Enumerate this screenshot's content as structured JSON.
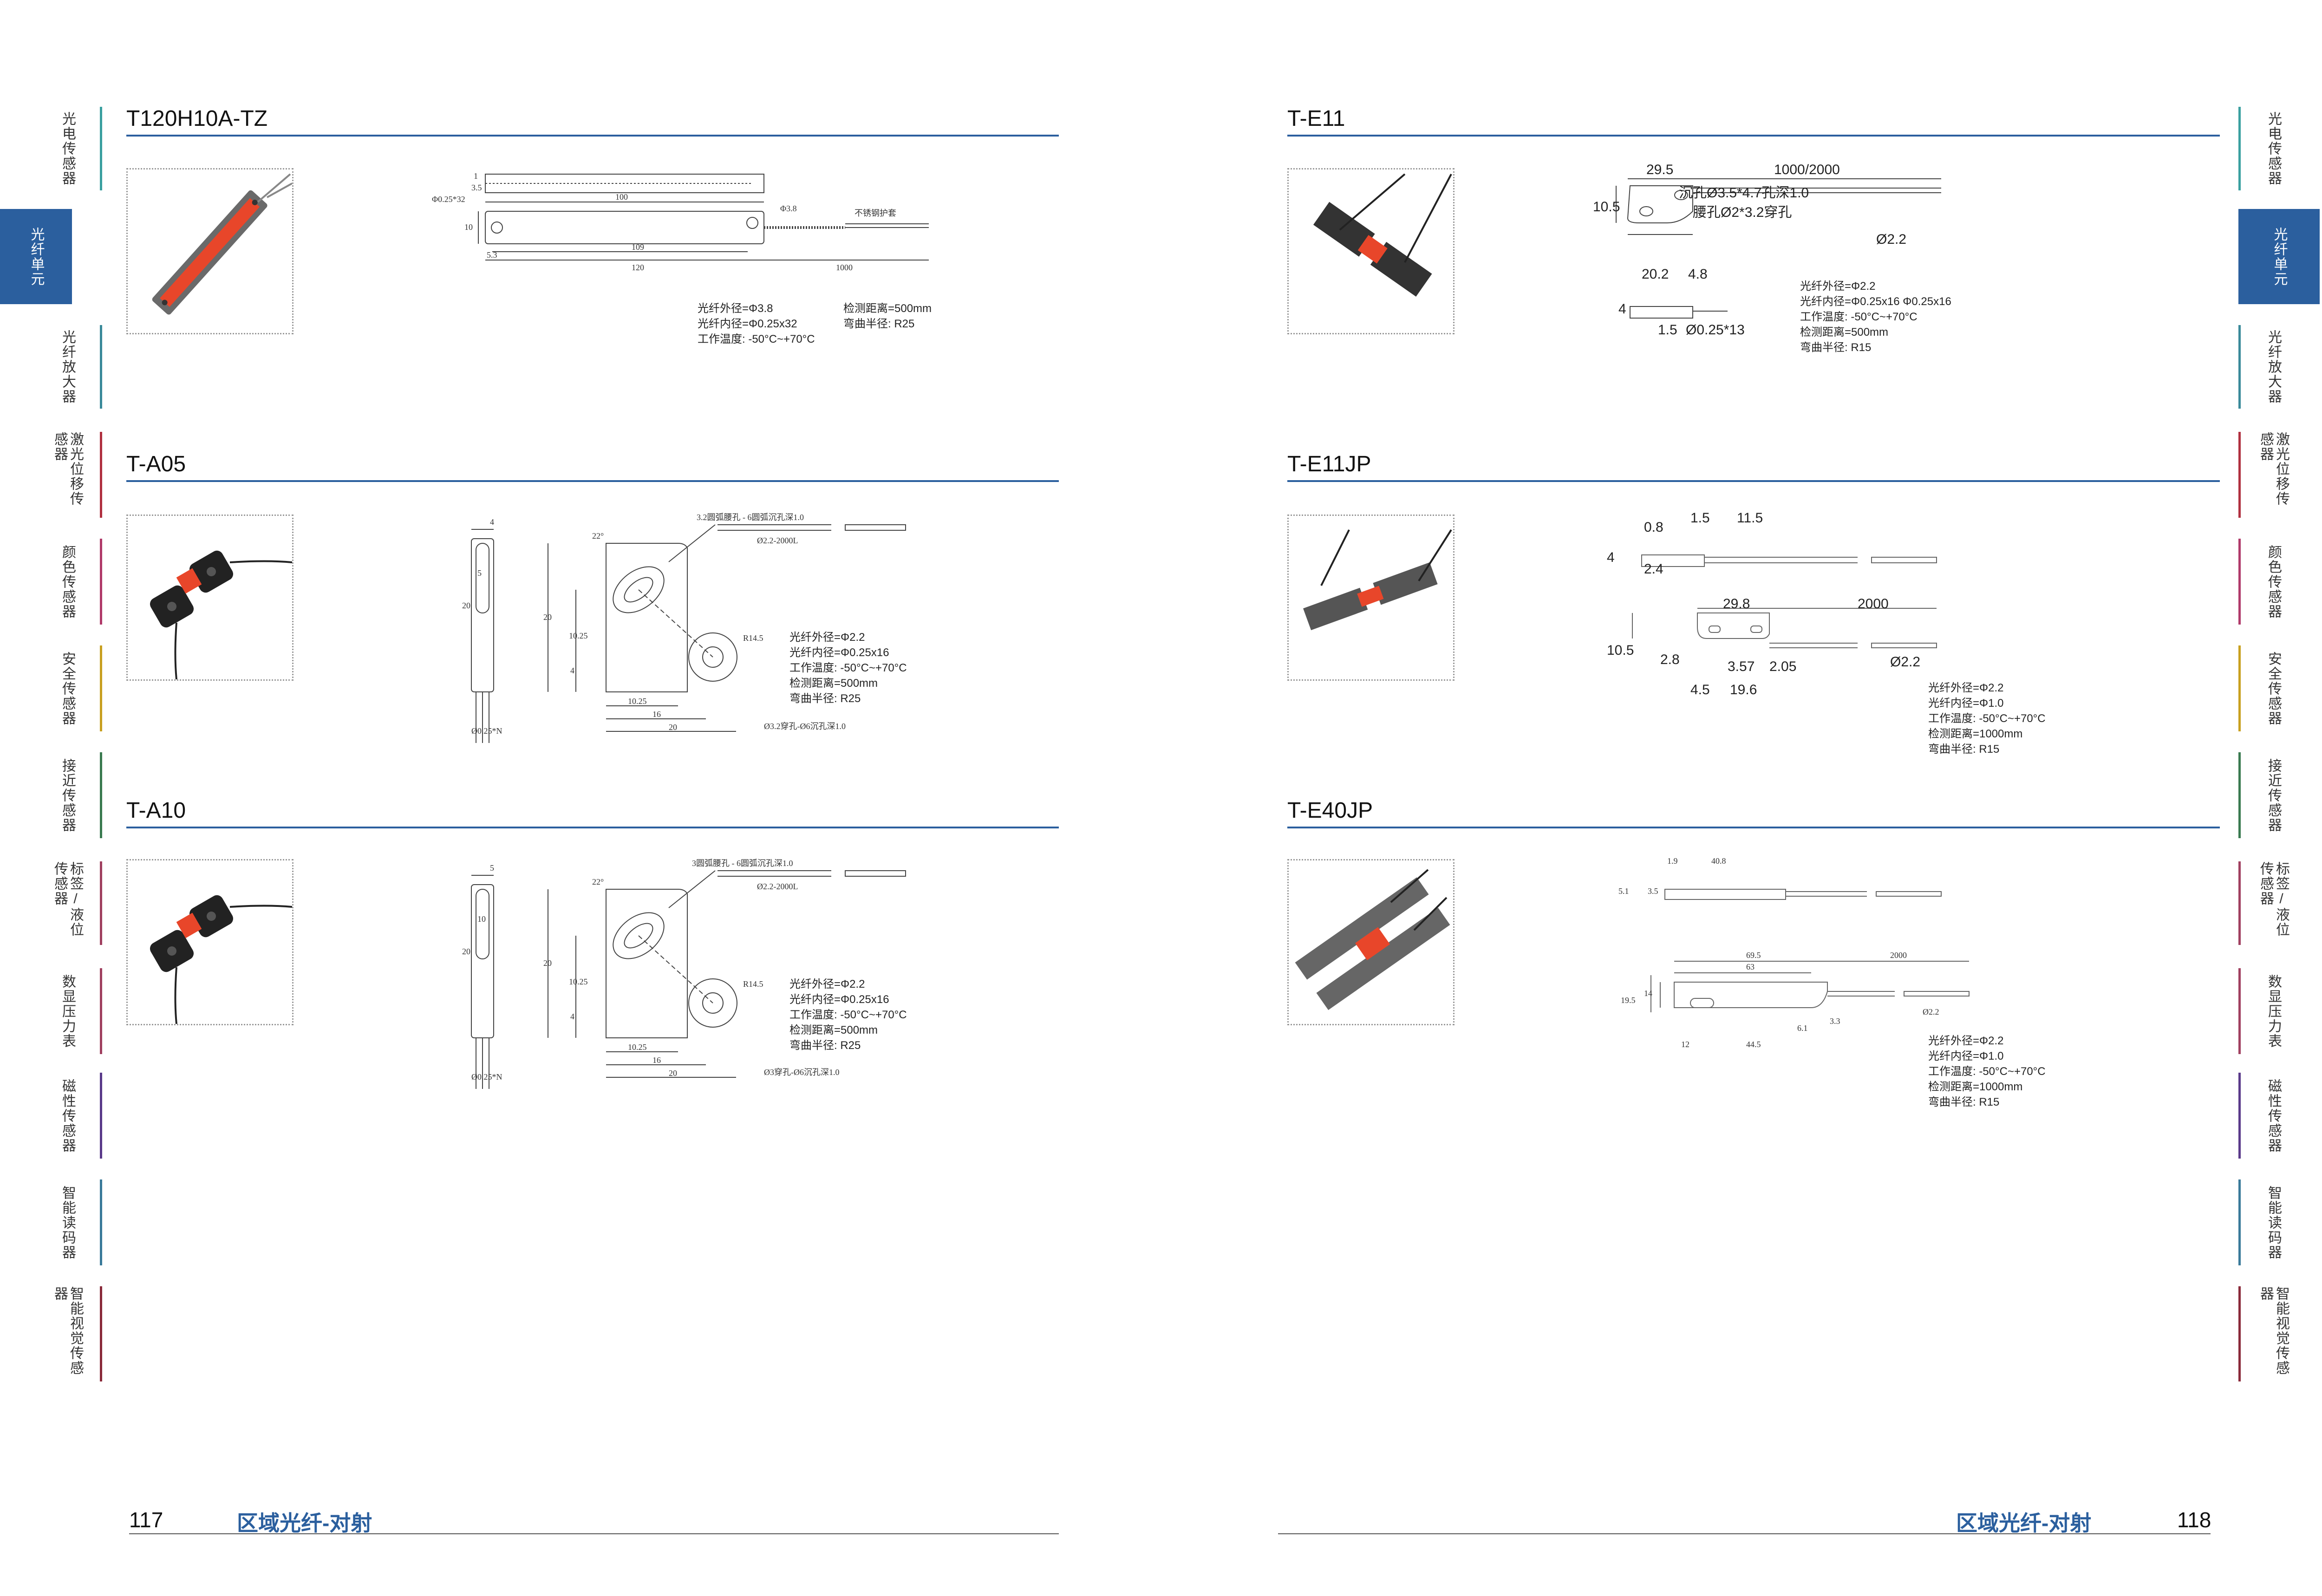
{
  "left_page": {
    "sections": [
      {
        "id": "t120h10a-tz",
        "title": "T120H10A-TZ",
        "drawing_labels": {
          "length_100": "100",
          "length_109": "109",
          "length_120": "120",
          "length_1000": "1000",
          "width_10": "10",
          "diam": "Φ0.25*32",
          "sleeve": "不锈钢护套",
          "r": "5.3",
          "h1": "1",
          "h2": "3.5",
          "r2": "Φ3.8"
        },
        "specs_left": [
          "光纤外径=Φ3.8",
          "光纤内径=Φ0.25x32",
          "工作温度: -50°C~+70°C"
        ],
        "specs_right": [
          "检测距离=500mm",
          "弯曲半径: R25"
        ]
      },
      {
        "id": "t-a05",
        "title": "T-A05",
        "drawing_labels": {
          "top_note": "3.2圆弧腰孔 - 6圆弧沉孔深1.0",
          "bottom_note": "Ø3.2穿孔-Ø6沉孔深1.0",
          "w4": "4",
          "h5": "5",
          "h20": "20",
          "d20": "20",
          "angle": "22°",
          "h1025": "10.25",
          "h4": "4",
          "w1025": "10.25",
          "w16": "16",
          "w20": "20",
          "r45": "R14.5",
          "cable": "Ø2.2-2000L",
          "fiber": "Ø0.25*N"
        },
        "specs": [
          "光纤外径=Φ2.2",
          "光纤内径=Φ0.25x16",
          "工作温度: -50°C~+70°C",
          "检测距离=500mm",
          "弯曲半径: R25"
        ]
      },
      {
        "id": "t-a10",
        "title": "T-A10",
        "drawing_labels": {
          "top_note": "3圆弧腰孔 - 6圆弧沉孔深1.0",
          "bottom_note": "Ø3穿孔-Ø6沉孔深1.0",
          "w5": "5",
          "h10": "10",
          "h20": "20",
          "d20": "20",
          "angle": "22°",
          "h1025": "10.25",
          "h4": "4",
          "w1025": "10.25",
          "w16": "16",
          "w20": "20",
          "r45": "R14.5",
          "cable": "Ø2.2-2000L",
          "fiber": "Ø0.25*N"
        },
        "specs": [
          "光纤外径=Φ2.2",
          "光纤内径=Φ0.25x16",
          "工作温度: -50°C~+70°C",
          "检测距离=500mm",
          "弯曲半径: R25"
        ]
      }
    ],
    "page_number": "117",
    "footer_title": "区域光纤-对射"
  },
  "right_page": {
    "sections": [
      {
        "id": "t-e11",
        "title": "T-E11",
        "drawing_labels": {
          "w295": "29.5",
          "len": "1000/2000",
          "note1": "沉孔Ø3.5*4.7孔深1.0",
          "note2": "腰孔Ø2*3.2穿孔",
          "d22": "Ø2.2",
          "h105": "10.5",
          "w202": "20.2",
          "w48": "4.8",
          "h4": "4",
          "w15": "1.5",
          "fiber": "Ø0.25*13"
        },
        "specs": [
          "光纤外径=Φ2.2",
          "光纤内径=Φ0.25x16 Φ0.25x16",
          "工作温度: -50°C~+70°C",
          "检测距离=500mm",
          "弯曲半径: R15"
        ]
      },
      {
        "id": "t-e11jp",
        "title": "T-E11JP",
        "drawing_labels": {
          "w08": "0.8",
          "w15": "1.5",
          "w115": "11.5",
          "h4": "4",
          "w24": "2.4",
          "w298": "29.8",
          "len": "2000",
          "h105": "10.5",
          "w28": "2.8",
          "w357": "3.57",
          "w205": "2.05",
          "d22": "Ø2.2",
          "w45": "4.5",
          "w196": "19.6"
        },
        "specs": [
          "光纤外径=Φ2.2",
          "光纤内径=Φ1.0",
          "工作温度: -50°C~+70°C",
          "检测距离=1000mm",
          "弯曲半径: R15"
        ]
      },
      {
        "id": "t-e40jp",
        "title": "T-E40JP",
        "drawing_labels": {
          "w19": "1.9",
          "w408": "40.8",
          "h51": "5.1",
          "h35": "3.5",
          "w695": "69.5",
          "len": "2000",
          "w63": "63",
          "h14": "14",
          "h195": "19.5",
          "d22": "Ø2.2",
          "w61": "6.1",
          "w33": "3.3",
          "w12": "12",
          "w445": "44.5"
        },
        "specs": [
          "光纤外径=Φ2.2",
          "光纤内径=Φ1.0",
          "工作温度: -50°C~+70°C",
          "检测距离=1000mm",
          "弯曲半径: R15"
        ]
      }
    ],
    "page_number": "118",
    "footer_title": "区域光纤-对射"
  },
  "side_tabs": [
    {
      "label": "光电传感器",
      "color": "#3aa0a0",
      "active": false
    },
    {
      "label": "光纤单元",
      "color": "#2b5f9e",
      "active": true
    },
    {
      "label": "光纤放大器",
      "color": "#3a8a9a",
      "active": false
    },
    {
      "label": "激光位移传感器",
      "color": "#b03040",
      "active": false
    },
    {
      "label": "颜色传感器",
      "color": "#b03a6a",
      "active": false
    },
    {
      "label": "安全传感器",
      "color": "#c8a020",
      "active": false
    },
    {
      "label": "接近传感器",
      "color": "#3a7a50",
      "active": false
    },
    {
      "label": "标签/液位传感器",
      "color": "#a04060",
      "active": false
    },
    {
      "label": "数显压力表",
      "color": "#a04060",
      "active": false
    },
    {
      "label": "磁性传感器",
      "color": "#5a3a8a",
      "active": false
    },
    {
      "label": "智能读码器",
      "color": "#3a7a9a",
      "active": false
    },
    {
      "label": "智能视觉传感器",
      "color": "#8a2a3a",
      "active": false
    }
  ]
}
